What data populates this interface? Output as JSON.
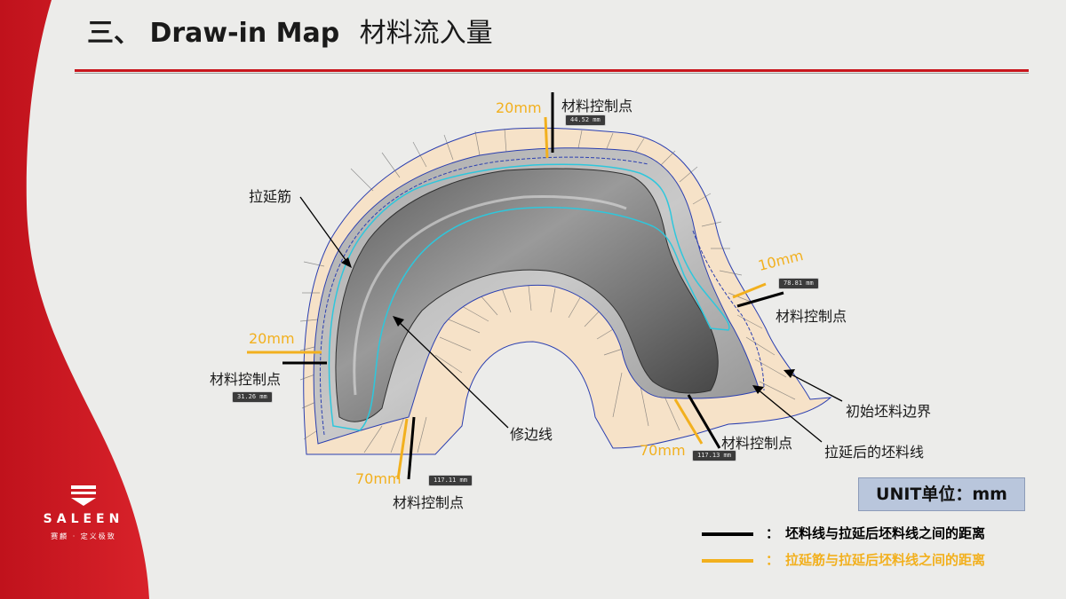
{
  "title": {
    "prefix": "三、",
    "main": "Draw-in Map",
    "cn": "材料流入量"
  },
  "logo": {
    "word": "SALEEN",
    "slogan": "赛麟 · 定义极致"
  },
  "labels": {
    "bead": "拉延筋",
    "ctrl_top": "材料控制点",
    "ctrl_right": "材料控制点",
    "ctrl_left": "材料控制点",
    "ctrl_bottom_right": "材料控制点",
    "ctrl_bottom_left": "材料控制点",
    "trim_line": "修边线",
    "initial_blank": "初始坯料边界",
    "drawn_blank": "拉延后的坯料线"
  },
  "distances": {
    "top": "20mm",
    "right": "10mm",
    "left": "20mm",
    "bottom_left": "70mm",
    "bottom_right": "70mm"
  },
  "measurements": {
    "top": "44.52 mm",
    "right": "78.81 mm",
    "left": "31.26 mm",
    "bottom_left": "117.11 mm",
    "bottom_right": "117.13 mm"
  },
  "unit": "UNIT单位：mm",
  "legend": [
    {
      "colon": "：",
      "text": "坯料线与拉延后坯料线之间的距离",
      "color": "#000000"
    },
    {
      "colon": "：",
      "text": "拉延筋与拉延后坯料线之间的距离",
      "color": "#f2b01e"
    }
  ],
  "colors": {
    "accent": "#c8161d",
    "yellow": "#f2b01e",
    "cyan": "#2ec7dc",
    "blue": "#2b3fb0"
  }
}
